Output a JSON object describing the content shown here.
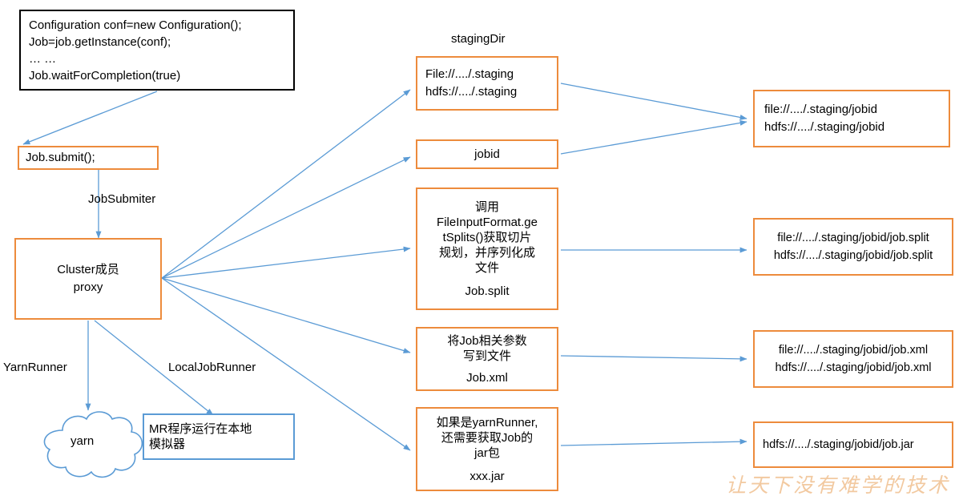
{
  "diagram": {
    "title_label": "stagingDir",
    "watermark": "让天下没有难学的技术",
    "colors": {
      "box_border_orange": "#ED8B3C",
      "box_border_black": "#000000",
      "box_border_blue": "#5B9BD5",
      "arrow": "#5B9BD5",
      "text": "#000000",
      "watermark": "#F2C9A0",
      "background": "#FFFFFF"
    }
  },
  "code_box": {
    "lines": [
      "Configuration conf=new Configuration();",
      "Job=job.getInstance(conf);",
      "… …",
      "Job.waitForCompletion(true)"
    ]
  },
  "left_flow": {
    "submit_box": "Job.submit();",
    "job_submiter_label": "JobSubmiter",
    "proxy_box": {
      "line1": "Cluster成员",
      "line2": "proxy"
    },
    "yarn_runner_label": "YarnRunner",
    "local_job_runner_label": "LocalJobRunner",
    "yarn_cloud_label": "yarn",
    "local_box": {
      "line1": "MR程序运行在本地",
      "line2": "模拟器"
    }
  },
  "middle_column": [
    {
      "name": "staging-dir-box",
      "lines": [
        "File://..../.staging",
        "hdfs://..../.staging"
      ]
    },
    {
      "name": "jobid-box",
      "lines": [
        "jobid"
      ]
    },
    {
      "name": "split-box",
      "lines": [
        "调用",
        "FileInputFormat.ge",
        "tSplits()获取切片",
        "规划，并序列化成",
        "文件",
        "Job.split"
      ]
    },
    {
      "name": "xml-box",
      "lines": [
        "将Job相关参数",
        "写到文件",
        "Job.xml"
      ]
    },
    {
      "name": "jar-box",
      "lines": [
        "如果是yarnRunner,",
        "还需要获取Job的",
        "jar包",
        "xxx.jar"
      ]
    }
  ],
  "right_column": [
    {
      "name": "staging-jobid-box",
      "lines": [
        "file://..../.staging/jobid",
        "hdfs://..../.staging/jobid"
      ]
    },
    {
      "name": "job-split-box",
      "lines": [
        "file://..../.staging/jobid/job.split",
        "hdfs://..../.staging/jobid/job.split"
      ]
    },
    {
      "name": "job-xml-box",
      "lines": [
        "file://..../.staging/jobid/job.xml",
        "hdfs://..../.staging/jobid/job.xml"
      ]
    },
    {
      "name": "job-jar-box",
      "lines": [
        "hdfs://..../.staging/jobid/job.jar"
      ]
    }
  ]
}
